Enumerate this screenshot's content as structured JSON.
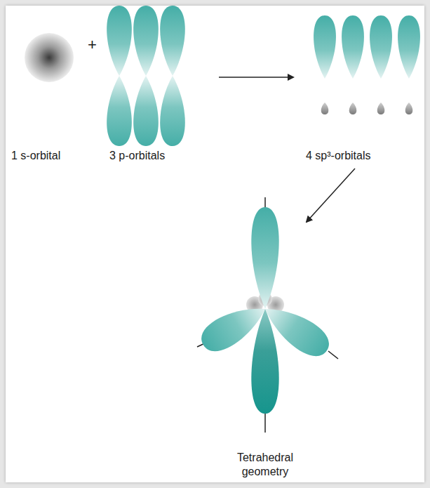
{
  "diagram": {
    "labels": [
      "+",
      "1 s-orbital",
      "3 p-orbitals",
      "4 sp³-orbitals",
      "Tetrahedral geometry"
    ]
  }
}
